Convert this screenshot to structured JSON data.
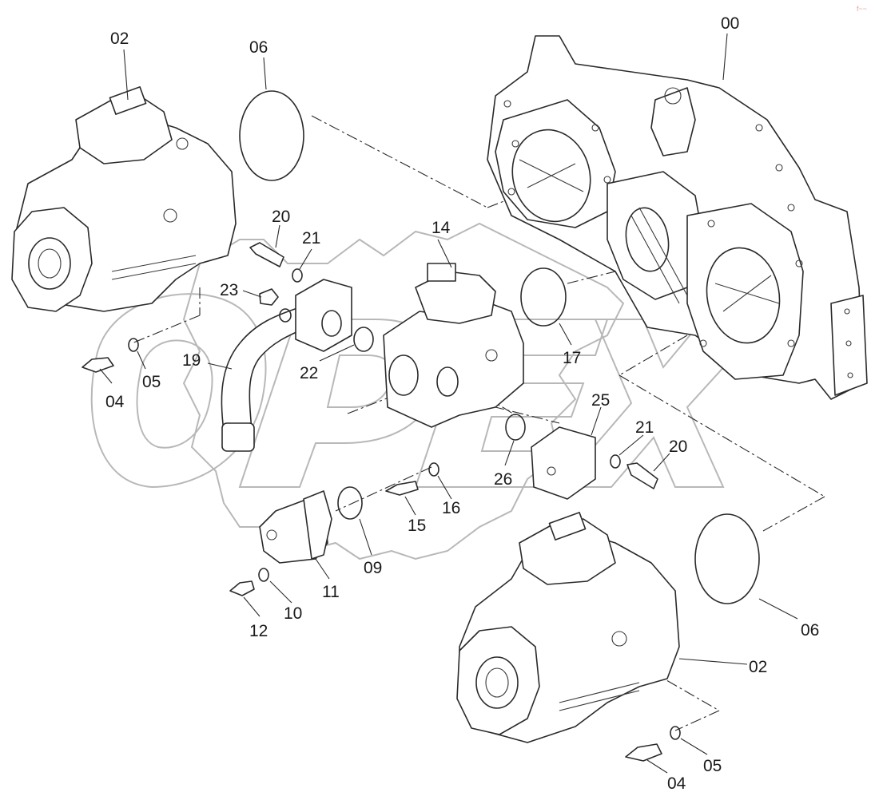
{
  "callouts": {
    "c00": "00",
    "c02a": "02",
    "c02b": "02",
    "c04a": "04",
    "c04b": "04",
    "c05a": "05",
    "c05b": "05",
    "c06a": "06",
    "c06b": "06",
    "c09": "09",
    "c10": "10",
    "c11": "11",
    "c12": "12",
    "c14": "14",
    "c15": "15",
    "c16": "16",
    "c17": "17",
    "c19": "19",
    "c20a": "20",
    "c20b": "20",
    "c21a": "21",
    "c21b": "21",
    "c22": "22",
    "c23": "23",
    "c25": "25",
    "c26": "26"
  },
  "watermark": {
    "brand": "OPEX",
    "corner_mark": "f~~"
  },
  "colors": {
    "line": "#2a2a2a",
    "watermark": "#b8b8b8",
    "background": "#ffffff"
  }
}
